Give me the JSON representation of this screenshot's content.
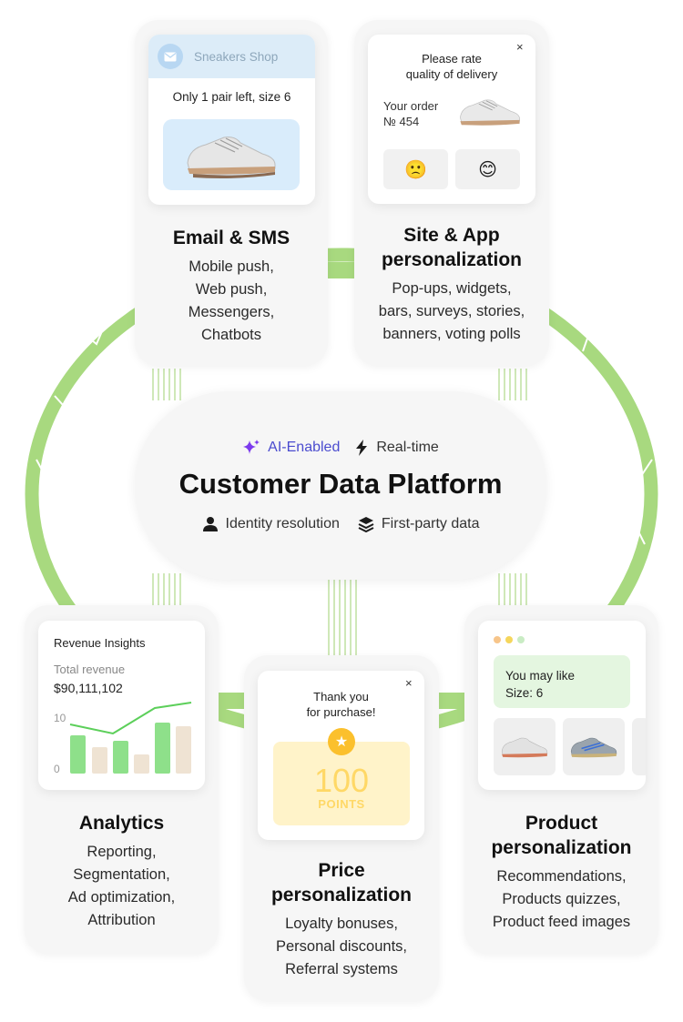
{
  "email_card": {
    "sender": "Sneakers Shop",
    "message": "Only 1 pair left, size 6",
    "title": "Email & SMS",
    "items": [
      "Mobile push,",
      "Web push,",
      "Messengers,",
      "Chatbots"
    ]
  },
  "site_card": {
    "question_line1": "Please rate",
    "question_line2": "quality of delivery",
    "close": "×",
    "order_line1": "Your order",
    "order_line2": "№ 454",
    "emoji_bad": "🙁",
    "emoji_good": "😊",
    "title_line1": "Site & App",
    "title_line2": "personalization",
    "items": [
      "Pop-ups, widgets,",
      "bars, surveys, stories,",
      "banners, voting polls"
    ]
  },
  "cdp": {
    "badge_ai": "AI-Enabled",
    "badge_realtime": "Real-time",
    "title": "Customer Data Platform",
    "feature_identity": "Identity resolution",
    "feature_firstparty": "First-party data",
    "colors": {
      "ai": "#7c3aed",
      "ring": "#a8d97f"
    }
  },
  "analytics_card": {
    "widget_title": "Revenue Insights",
    "total_label": "Total revenue",
    "total_value": "$90,111,102",
    "axis_high": "10",
    "axis_low": "0",
    "title": "Analytics",
    "items": [
      "Reporting,",
      "Segmentation,",
      "Ad optimization,",
      "Attribution"
    ]
  },
  "price_card": {
    "thanks_line1": "Thank you",
    "thanks_line2": "for purchase!",
    "close": "×",
    "points_value": "100",
    "points_label": "POINTS",
    "title_line1": "Price",
    "title_line2": "personalization",
    "items": [
      "Loyalty bonuses,",
      "Personal discounts,",
      "Referral systems"
    ]
  },
  "product_card": {
    "recommend_line1": "You may like",
    "recommend_line2": "Size: 6",
    "title_line1": "Product",
    "title_line2": "personalization",
    "items": [
      "Recommendations,",
      "Products quizzes,",
      "Product feed images"
    ]
  }
}
